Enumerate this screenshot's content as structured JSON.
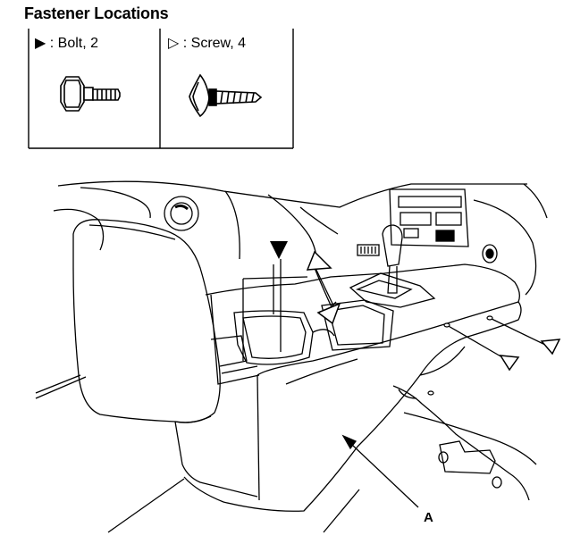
{
  "title": "Fastener Locations",
  "legend": {
    "bolt": {
      "symbol": "filled-triangle-right",
      "label": "▶ : Bolt, 2"
    },
    "screw": {
      "symbol": "outline-triangle-right",
      "label": "▷ : Screw, 4"
    }
  },
  "callout": {
    "label": "A"
  },
  "colors": {
    "line": "#000000",
    "background": "#ffffff"
  }
}
